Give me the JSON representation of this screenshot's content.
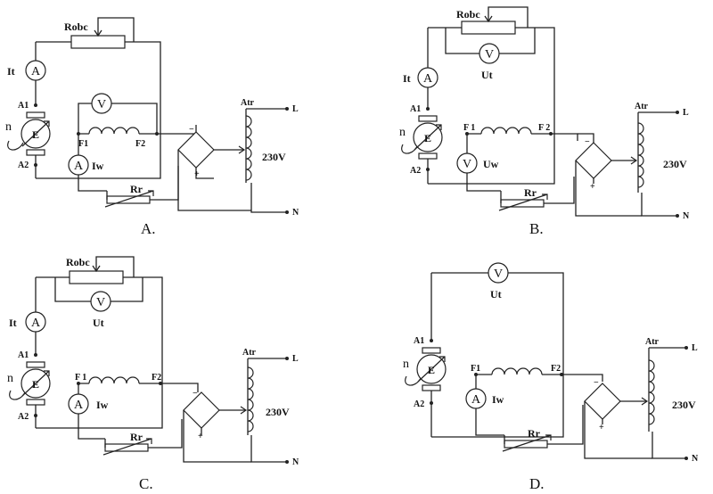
{
  "labels": {
    "robc": "Robc",
    "it": "It",
    "ut": "Ut",
    "iw": "Iw",
    "uw": "Uw",
    "rr": "Rr",
    "atr": "Atr",
    "l": "L",
    "n_line": "N",
    "a1": "A1",
    "a2": "A2",
    "f1": "F1",
    "f2": "F2",
    "f1_spaced": "F 1",
    "f2_spaced": "F 2",
    "n_speed": "n",
    "e": "E",
    "volts": "230V",
    "ammeter": "A",
    "voltmeter": "V"
  },
  "captions": {
    "a": "A.",
    "b": "B.",
    "c": "C.",
    "d": "D."
  }
}
